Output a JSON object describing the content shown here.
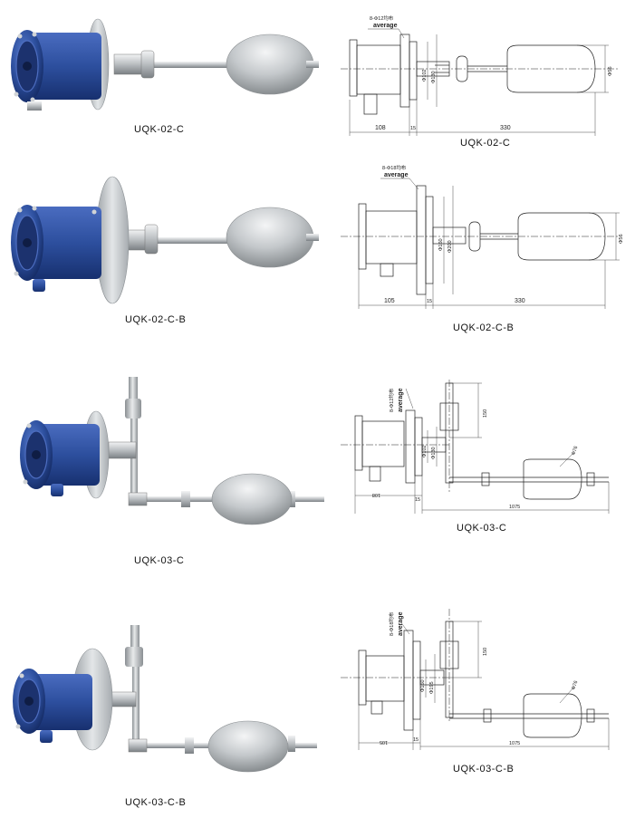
{
  "products": [
    {
      "model": "UQK-02-C",
      "drawing": {
        "note_line1": "8-Φ12均布",
        "note_line2": "average",
        "dim_left": "108",
        "dim_mid": "15",
        "dim_right": "330",
        "dia_inner": "Φ102",
        "dia_outer": "Φ130",
        "dia_float": "Φ56"
      }
    },
    {
      "model": "UQK-02-C-B",
      "drawing": {
        "note_line1": "8-Φ18均布",
        "note_line2": "average",
        "dim_left": "105",
        "dim_mid": "15",
        "dim_right": "330",
        "dia_inner": "Φ160",
        "dia_outer": "Φ200",
        "dia_float": "Φ56"
      }
    },
    {
      "model": "UQK-03-C",
      "drawing": {
        "note_line1": "8-Φ12均布",
        "note_line2": "average",
        "dim_left": "108",
        "dim_mid": "15",
        "dim_right": "1075",
        "dim_vertical": "150",
        "dia_inner": "Φ102",
        "dia_outer": "Φ130",
        "dia_float": "Φ76"
      }
    },
    {
      "model": "UQK-03-C-B",
      "drawing": {
        "note_line1": "8-Φ18均布",
        "note_line2": "average",
        "dim_left": "105",
        "dim_mid": "15",
        "dim_right": "1075",
        "dim_vertical": "150",
        "dia_inner": "Φ160",
        "dia_outer": "Φ195",
        "dia_float": "Φ76"
      }
    }
  ],
  "colors": {
    "housing": "#2d4f9e",
    "flange": "#c9cdd2",
    "float": "#bfc3c6",
    "line": "#222222"
  }
}
